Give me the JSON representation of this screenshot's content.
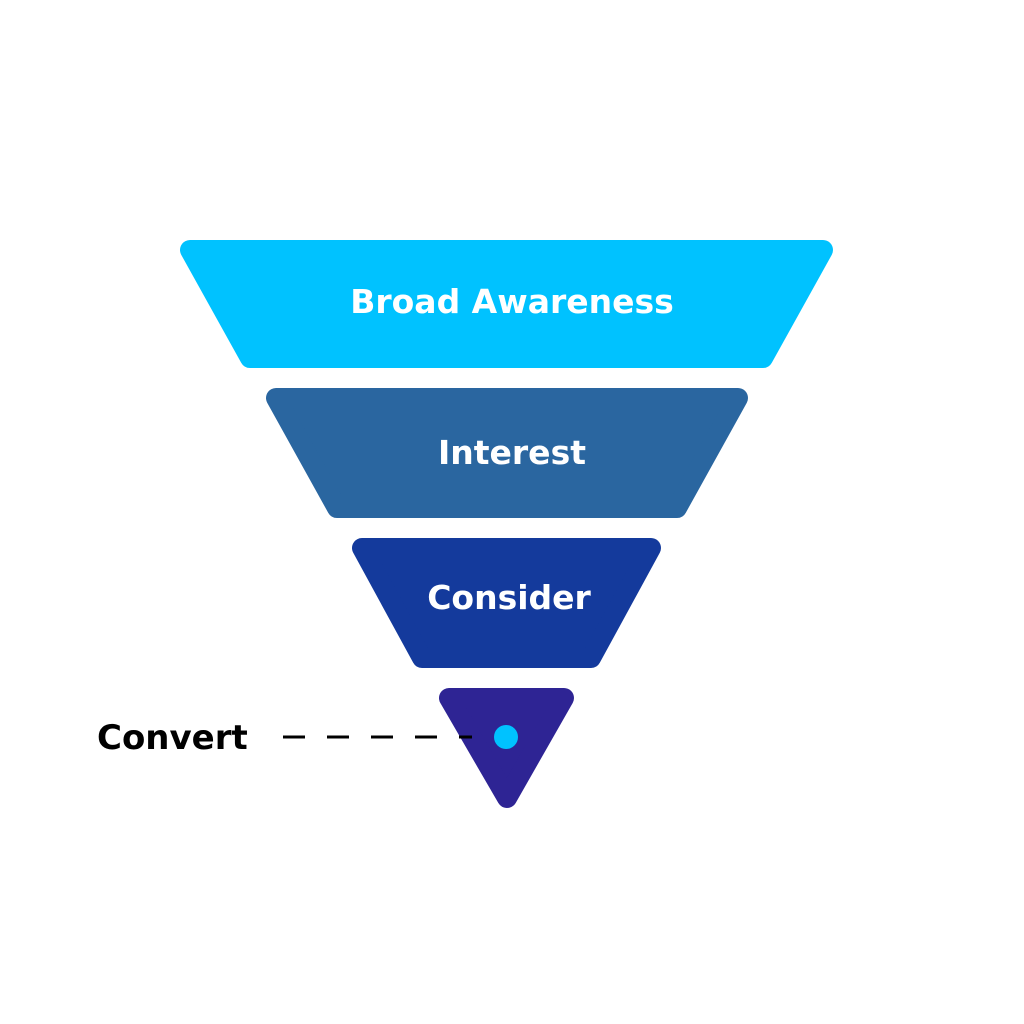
{
  "funnel": {
    "stages": [
      {
        "label": "Broad Awareness",
        "color": "#00C2FF"
      },
      {
        "label": "Interest",
        "color": "#2A66A0"
      },
      {
        "label": "Consider",
        "color": "#143A9C"
      },
      {
        "label": "",
        "color": "#2E2494"
      }
    ],
    "convert_label": "Convert",
    "marker_color": "#00C2FF"
  }
}
